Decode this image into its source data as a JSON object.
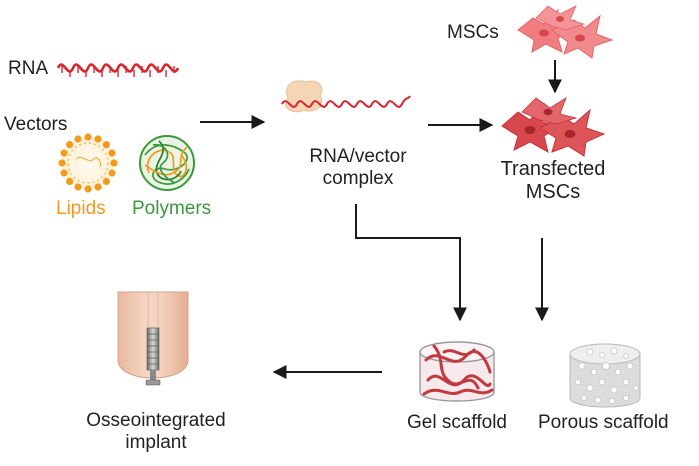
{
  "labels": {
    "rna": "RNA",
    "vectors": "Vectors",
    "lipids": "Lipids",
    "polymers": "Polymers",
    "mscs": "MSCs",
    "complex_line1": "RNA/vector",
    "complex_line2": "complex",
    "transfected_line1": "Transfected",
    "transfected_line2": "MSCs",
    "gel_scaffold": "Gel scaffold",
    "porous_scaffold": "Porous scaffold",
    "implant_line1": "Osseointegrated",
    "implant_line2": "implant"
  },
  "colors": {
    "rna": "#d9262e",
    "lipids": "#f39a1e",
    "polymers": "#3a9a3a",
    "cells_light": "#f07d80",
    "cells_dark": "#d8474c",
    "arrow": "#1a1a1a",
    "text": "#222222"
  },
  "icons": [
    "rna-strand-icon",
    "lipid-nanoparticle-icon",
    "polymer-nanoparticle-icon",
    "msc-cells-icon",
    "transfected-msc-cells-icon",
    "rna-vector-complex-icon",
    "gel-scaffold-icon",
    "porous-scaffold-icon",
    "dental-implant-icon"
  ]
}
